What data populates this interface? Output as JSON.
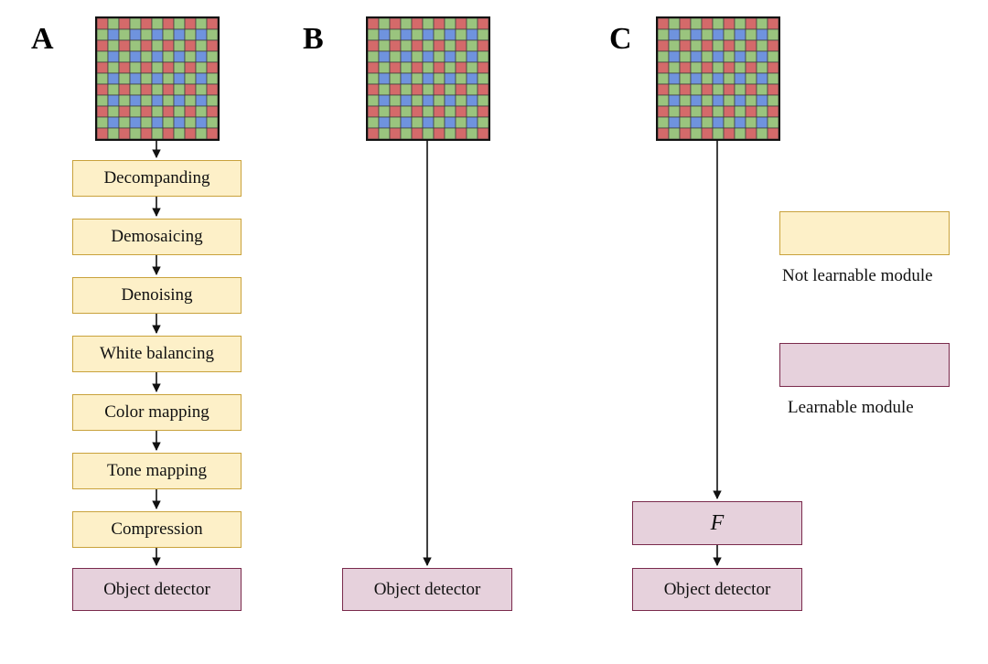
{
  "panels": [
    {
      "label": "A",
      "steps": [
        "Decompanding",
        "Demosaicing",
        "Denoising",
        "White balancing",
        "Color mapping",
        "Tone mapping",
        "Compression"
      ],
      "detector": "Object detector"
    },
    {
      "label": "B",
      "detector": "Object detector"
    },
    {
      "label": "C",
      "learnable_block": "F",
      "detector": "Object detector"
    }
  ],
  "legend": {
    "not_learnable": "Not learnable module",
    "learnable": "Learnable module"
  },
  "colors": {
    "bayer_red": "#d46a6a",
    "bayer_green": "#9ac47e",
    "bayer_blue": "#6f93de",
    "not_learnable_fill": "#fdf0c8",
    "not_learnable_border": "#c9a23c",
    "learnable_fill": "#e6d1dc",
    "learnable_border": "#7a2a4c"
  }
}
